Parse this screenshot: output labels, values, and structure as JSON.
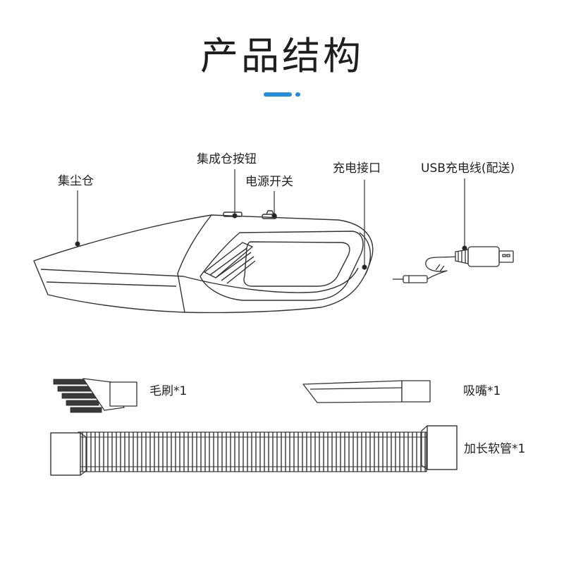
{
  "title": "产品结构",
  "accent_color": "#1f8de0",
  "callouts": {
    "dust_bin": "集尘仓",
    "bin_button": "集成仓按钮",
    "power_switch": "电源开关",
    "charging_port": "充电接口",
    "usb_cable": "USB充电线(配送)"
  },
  "accessories": {
    "brush": "毛刷*1",
    "nozzle": "吸嘴*1",
    "hose": "加长软管*1"
  }
}
